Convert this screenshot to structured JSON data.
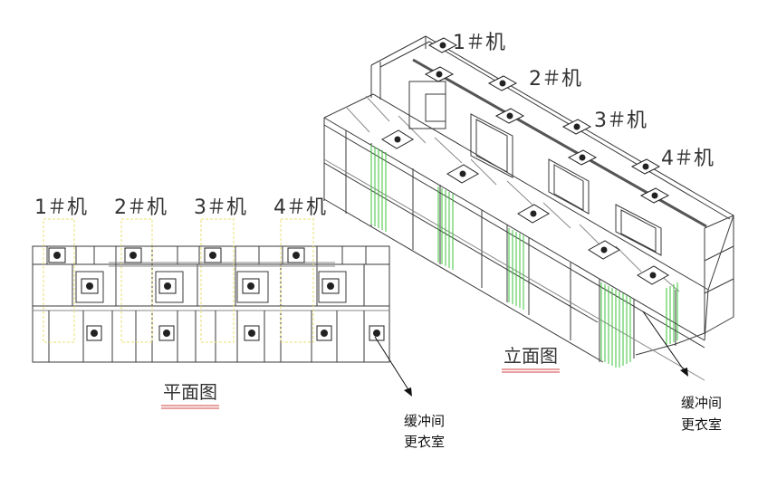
{
  "plan": {
    "machine_labels": [
      "1＃机",
      "2＃机",
      "3＃机",
      "4＃机"
    ],
    "caption": "平面图",
    "note_line1": "缓冲间",
    "note_line2": "更衣室"
  },
  "elevation": {
    "machine_labels": [
      "1＃机",
      "2＃机",
      "3＃机",
      "4＃机"
    ],
    "caption": "立面图",
    "note_line1": "缓冲间",
    "note_line2": "更衣室"
  },
  "colors": {
    "line": "#3a3a3a",
    "light_line": "#8a8a8a",
    "curtain": "#3cc43c",
    "dashed_box": "#e8e070",
    "underline": "#d04040",
    "arrow": "#111111"
  }
}
